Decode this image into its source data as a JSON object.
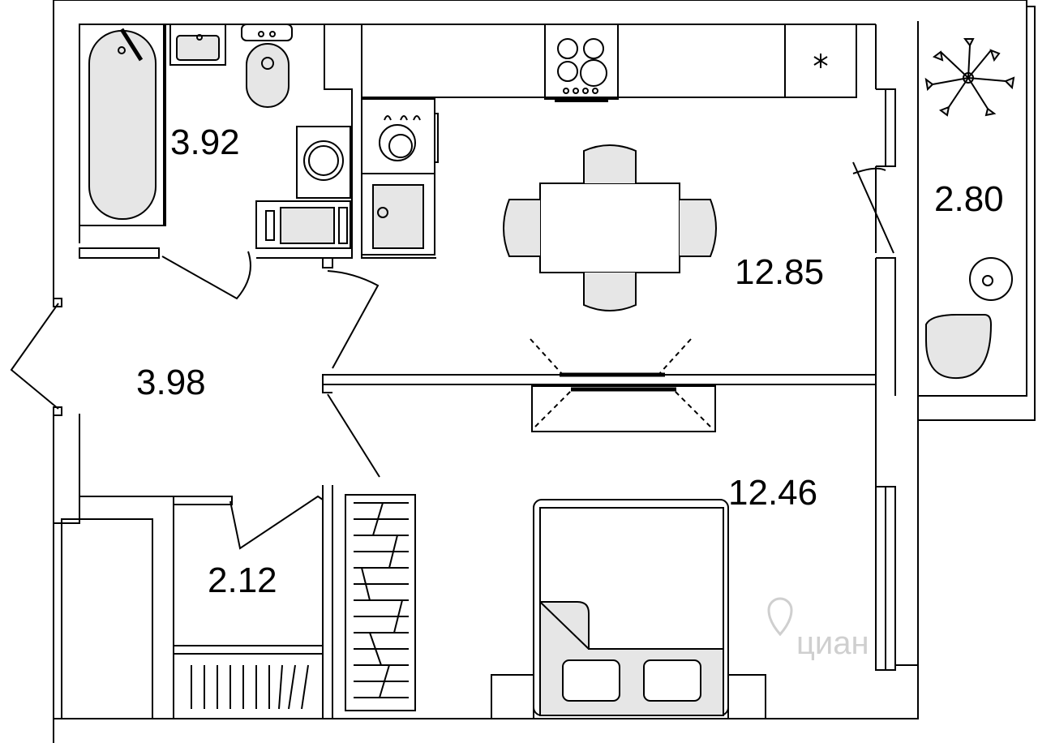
{
  "floorplan": {
    "rooms": [
      {
        "id": "bathroom",
        "area": "3.92"
      },
      {
        "id": "kitchen",
        "area": "12.85"
      },
      {
        "id": "balcony",
        "area": "2.80"
      },
      {
        "id": "hallway",
        "area": "3.98"
      },
      {
        "id": "bedroom",
        "area": "12.46"
      },
      {
        "id": "storage",
        "area": "2.12"
      }
    ],
    "watermark": "циан"
  },
  "colors": {
    "wall": "#000000",
    "fixture_fill": "#e6e6e6",
    "background": "#ffffff",
    "watermark": "#cfcfcf"
  }
}
